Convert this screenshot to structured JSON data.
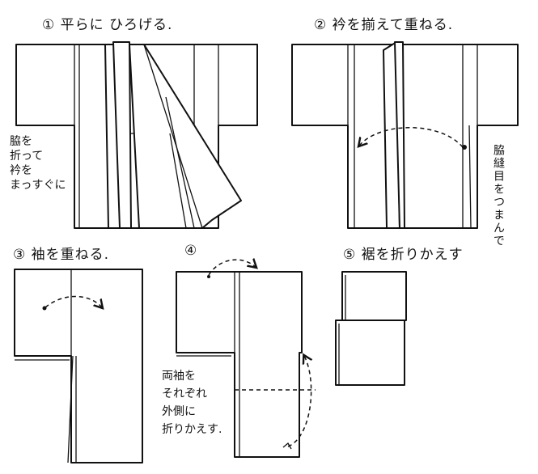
{
  "steps": [
    {
      "label": "① 平らに ひろげる."
    },
    {
      "label": "② 衿を揃えて重ねる."
    },
    {
      "label": "③ 袖を重ねる."
    },
    {
      "label": "④"
    },
    {
      "label": "⑤ 裾を折りかえす"
    }
  ],
  "notes": {
    "side_fold": "脇を\n折って\n衿を\nまっすぐに",
    "pinch": "脇縫目をつまんで",
    "both_sleeves": "両袖を\nそれぞれ\n外側に\n折りかえす."
  }
}
